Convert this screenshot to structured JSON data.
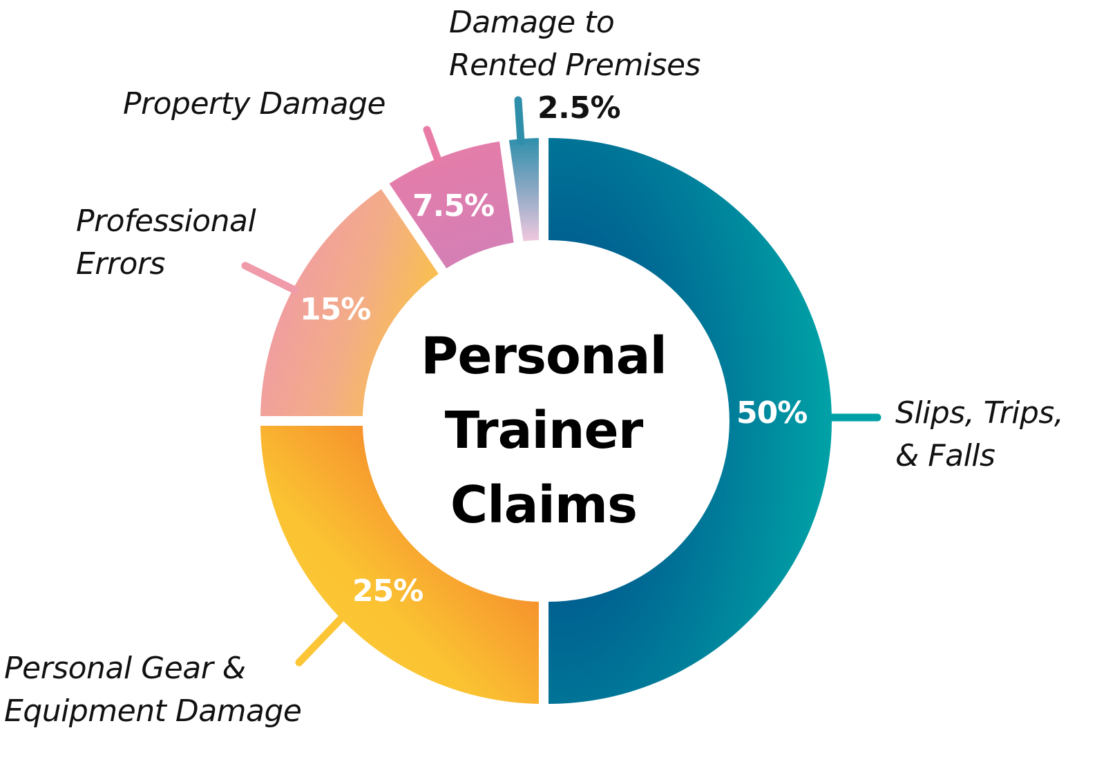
{
  "chart_data": {
    "type": "pie",
    "subtype": "donut",
    "title": "Personal Trainer Claims",
    "title_lines": [
      "Personal",
      "Trainer",
      "Claims"
    ],
    "unit": "%",
    "categories": [
      "Slips, Trips, & Falls",
      "Personal Gear & Equipment Damage",
      "Professional Errors",
      "Property Damage",
      "Damage to Rented Premises"
    ],
    "values": [
      50,
      25,
      15,
      7.5,
      2.5
    ],
    "value_labels": [
      "50%",
      "25%",
      "15%",
      "7.5%",
      "2.5%"
    ],
    "colors": {
      "Slips, Trips, & Falls": [
        "#005a8e",
        "#00a0a6"
      ],
      "Personal Gear & Equipment Damage": [
        "#f26b2a",
        "#fbc934"
      ],
      "Professional Errors": [
        "#f09aaa",
        "#f9c04a"
      ],
      "Property Damage": [
        "#e87ea8",
        "#d680b2"
      ],
      "Damage to Rented Premises": [
        "#2f8eaa",
        "#efc6df"
      ]
    },
    "legend": "callout labels around ring",
    "grid": false
  },
  "labels": {
    "slips": {
      "line1": "Slips, Trips,",
      "line2": "& Falls",
      "pct": "50%"
    },
    "gear": {
      "line1": "Personal Gear &",
      "line2": "Equipment Damage",
      "pct": "25%"
    },
    "professional": {
      "line1": "Professional",
      "line2": "Errors",
      "pct": "15%"
    },
    "property": {
      "line1": "Property Damage",
      "pct": "7.5%"
    },
    "rented": {
      "line1": "Damage to",
      "line2": "Rented Premises",
      "pct": "2.5%"
    }
  }
}
